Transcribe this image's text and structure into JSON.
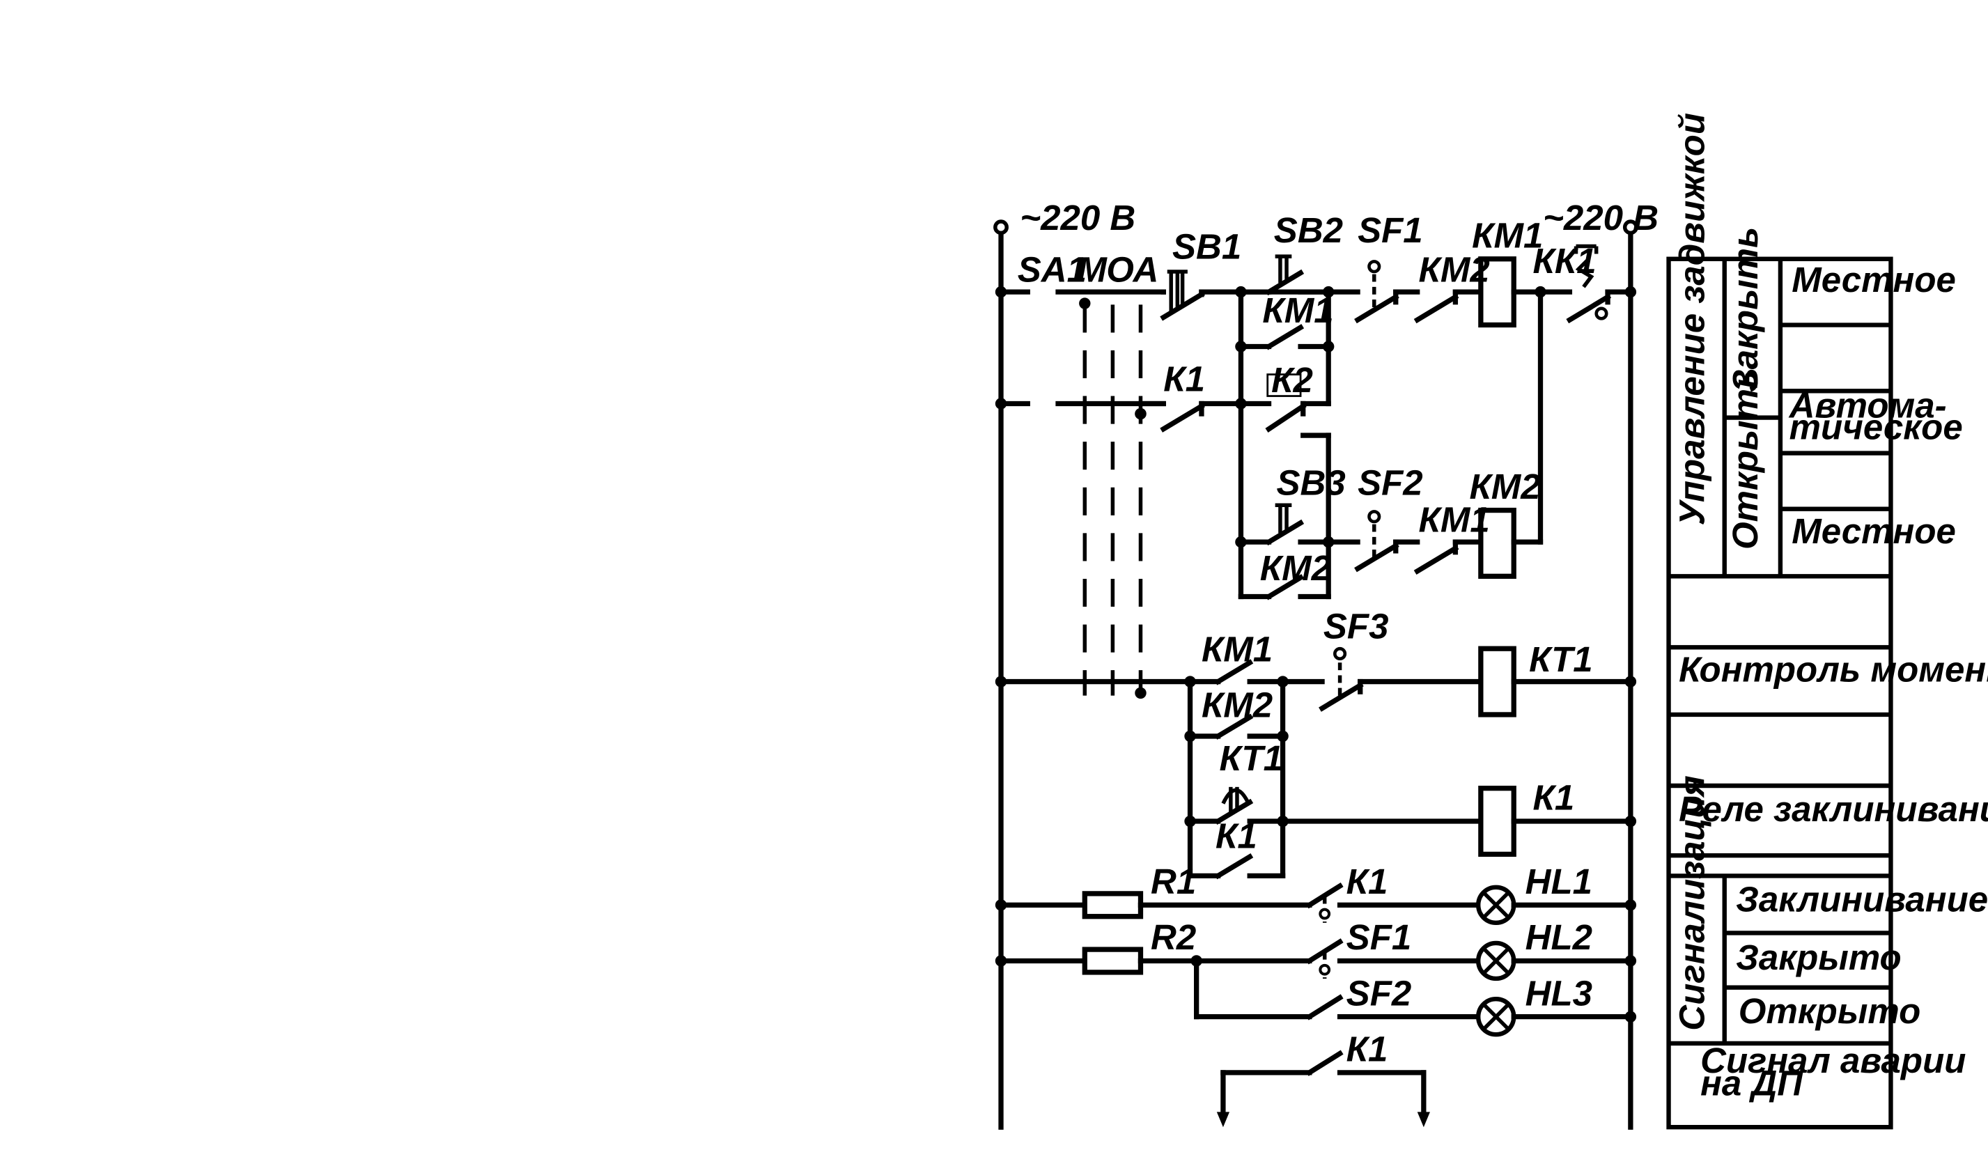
{
  "supply": {
    "left": "~220 В",
    "right": "~220 В"
  },
  "selector": {
    "name": "SA1",
    "positions": [
      "М",
      "О",
      "А"
    ]
  },
  "labels": {
    "sb1": "SB1",
    "sb2": "SB2",
    "sb3": "SB3",
    "sf1": "SF1",
    "sf2": "SF2",
    "sf3": "SF3",
    "km1": "КМ1",
    "km2": "КМ2",
    "kk1": "КК1",
    "k1": "К1",
    "k2": "К2",
    "kt1": "КТ1",
    "r1": "R1",
    "r2": "R2",
    "hl1": "HL1",
    "hl2": "HL2",
    "hl3": "HL3"
  },
  "table": {
    "valve_control": "Управление задвижкой",
    "close": "Закрыть",
    "open": "Открыть",
    "local_top": "Местное",
    "auto_1": "Автома-",
    "auto_2": "тическое",
    "local_bottom": "Местное",
    "torque_control": "Контроль момента",
    "jam_relay": "Реле заклинивания",
    "signaling": "Сигнализация",
    "sig_jam": "Заклинивание",
    "sig_closed": "Закрыто",
    "sig_opened": "Открыто",
    "alarm_1": "Сигнал аварии",
    "alarm_2": "на ДП"
  }
}
